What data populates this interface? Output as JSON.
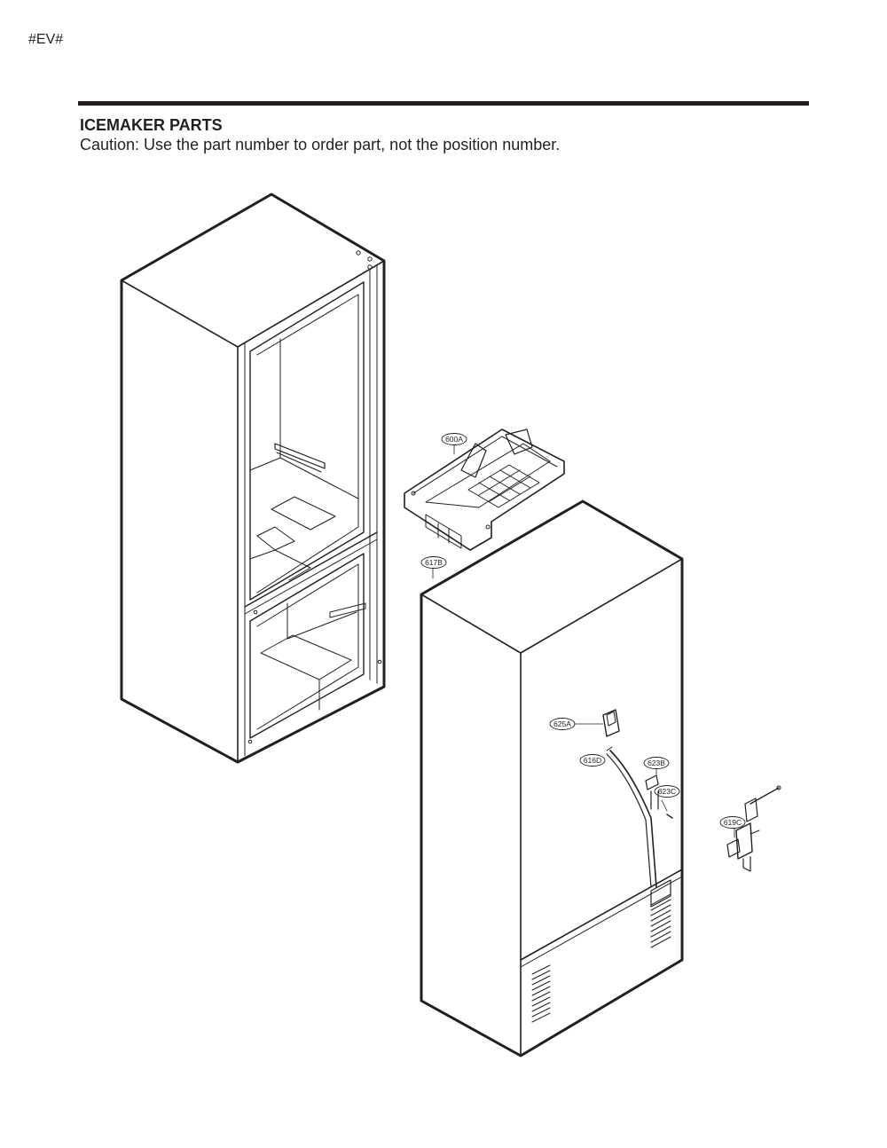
{
  "header": {
    "tag": "#EV#",
    "title": "ICEMAKER PARTS",
    "caution": "Caution: Use the part number to order part, not the position number."
  },
  "callouts": [
    {
      "id": "600A",
      "label": "600A"
    },
    {
      "id": "617B",
      "label": "617B"
    },
    {
      "id": "625A",
      "label": "625A"
    },
    {
      "id": "616D",
      "label": "616D"
    },
    {
      "id": "623B",
      "label": "623B"
    },
    {
      "id": "623C",
      "label": "623C"
    },
    {
      "id": "619C",
      "label": "619C"
    }
  ]
}
